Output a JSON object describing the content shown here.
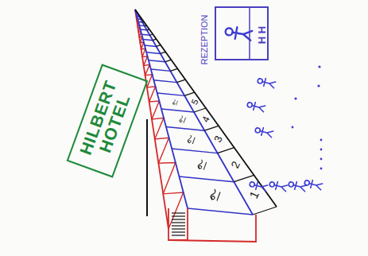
{
  "diagram": {
    "nodes": [
      {
        "text": [
          "HILBERT HOTEL"
        ]
      },
      {
        "text": [
          "REZEPTION",
          "H H"
        ]
      },
      {
        "text": [
          "1"
        ]
      },
      {
        "text": [
          "2"
        ]
      },
      {
        "text": [
          "3"
        ]
      },
      {
        "text": [
          "4"
        ]
      },
      {
        "text": [
          "5"
        ]
      }
    ]
  }
}
